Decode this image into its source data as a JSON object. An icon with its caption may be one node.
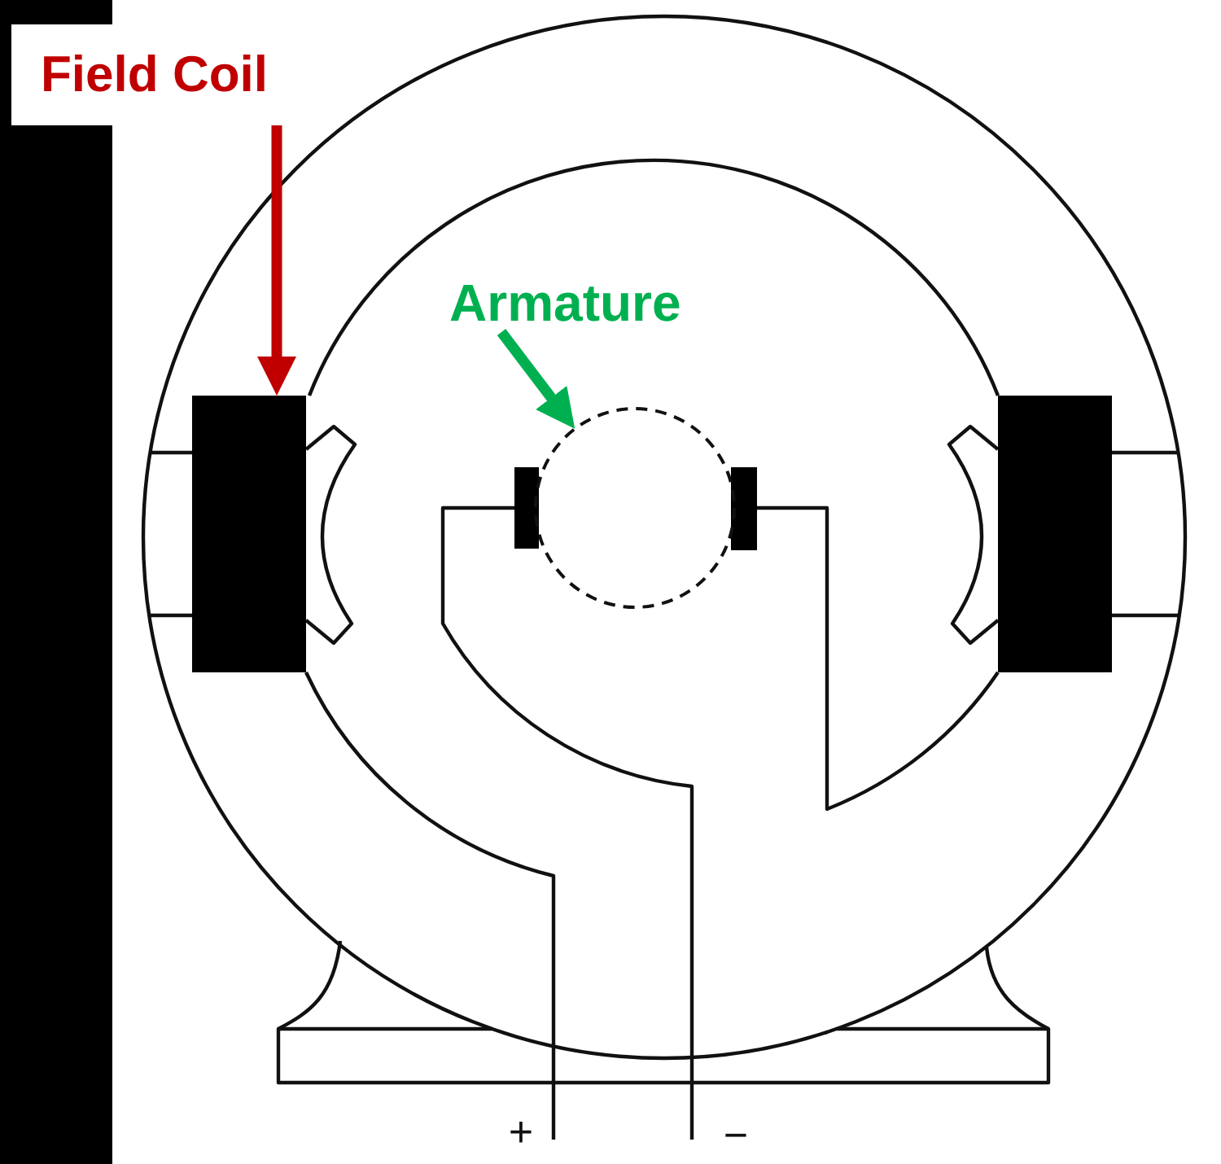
{
  "diagram": {
    "nodes": [
      {
        "text": [
          "Field Coil"
        ]
      },
      {
        "text": [],
        "shape": "box"
      },
      {
        "text": [
          "Armature"
        ]
      },
      {
        "text": [],
        "shape": "circle"
      }
    ],
    "edges": [
      {
        "from": 0,
        "to": 1,
        "arrow": "to",
        "color": "#c00000"
      },
      {
        "from": 2,
        "to": 3,
        "arrow": "to",
        "color": "#00b050"
      }
    ],
    "labels": [
      "+",
      "−"
    ]
  }
}
